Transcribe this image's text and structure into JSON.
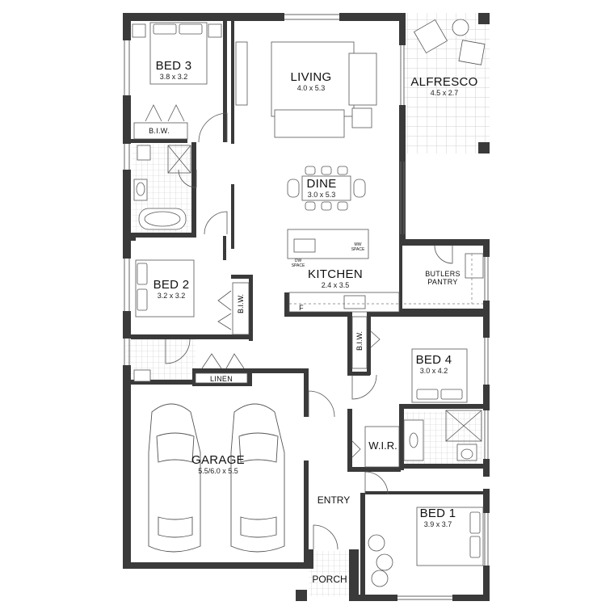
{
  "rooms": {
    "bed3": {
      "name": "BED 3",
      "dims": "3.8 x 3.2"
    },
    "living": {
      "name": "LIVING",
      "dims": "4.0 x 5.3"
    },
    "alfresco": {
      "name": "ALFRESCO",
      "dims": "4.5 x 2.7"
    },
    "dine": {
      "name": "DINE",
      "dims": "3.0 x 5.3"
    },
    "kitchen": {
      "name": "KITCHEN",
      "dims": "2.4 x 3.5"
    },
    "bed2": {
      "name": "BED 2",
      "dims": "3.2 x 3.2"
    },
    "bed4": {
      "name": "BED 4",
      "dims": "3.0 x 4.2"
    },
    "garage": {
      "name": "GARAGE",
      "dims": "5.5/6.0 x 5.5"
    },
    "bed1": {
      "name": "BED 1",
      "dims": "3.9 x 3.7"
    }
  },
  "labels": {
    "biw_bed3": "B.I.W.",
    "biw_bed2": "B.I.W.",
    "biw_bed4": "B.I.W.",
    "butlers_pantry_1": "BUTLERS",
    "butlers_pantry_2": "PANTRY",
    "linen": "LINEN",
    "wir": "W.I.R.",
    "entry": "ENTRY",
    "porch": "PORCH",
    "fridge": "F",
    "mw_1": "MW",
    "mw_2": "SPACE",
    "dw_1": "DW",
    "dw_2": "SPACE"
  },
  "colors": {
    "wall": "#3a3a3a",
    "line": "#555555",
    "tile": "#bdbdbd"
  }
}
